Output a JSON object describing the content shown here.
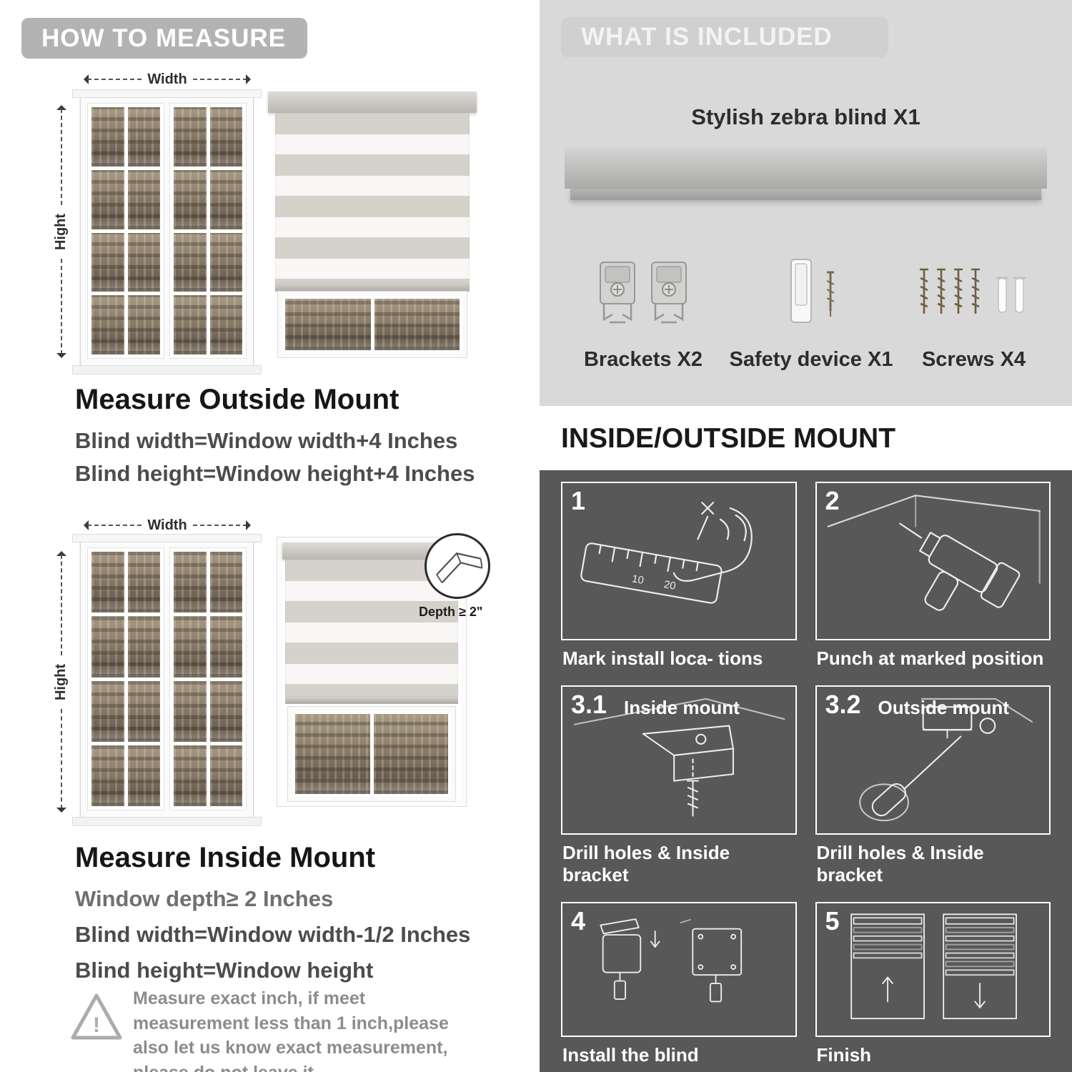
{
  "colors": {
    "header_gray": "#b3b3b3",
    "panel_light": "#d9d9d9",
    "panel_dark": "#585858",
    "blind_stripe": "#d5d2cc",
    "text_dark": "#161616",
    "text_gray": "#4c4c4c"
  },
  "how_to_measure": {
    "header": "HOW TO MEASURE",
    "outside": {
      "width_label": "Width",
      "height_label": "Hight",
      "title": "Measure Outside Mount",
      "lines": [
        "Blind width=Window width+4 Inches",
        "Blind height=Window height+4 Inches"
      ]
    },
    "inside": {
      "width_label": "Width",
      "height_label": "Hight",
      "depth_badge": "Depth ≥ 2\"",
      "title": "Measure Inside Mount",
      "lines": [
        "Window depth≥ 2 Inches",
        "Blind width=Window width-1/2 Inches",
        "Blind height=Window height"
      ]
    },
    "warning_icon": "!",
    "warning": "Measure exact inch, if meet measurement less than 1 inch,please also let us know exact measurement, please do not leave it"
  },
  "included": {
    "header": "WHAT IS INCLUDED",
    "blind_label": "Stylish zebra blind X1",
    "items": [
      {
        "label": "Brackets X2"
      },
      {
        "label": "Safety device X1"
      },
      {
        "label": "Screws X4"
      }
    ]
  },
  "mount_steps": {
    "header": "INSIDE/OUTSIDE MOUNT",
    "ruler_numbers": [
      "10",
      "20"
    ],
    "steps": [
      {
        "num": "1",
        "caption": "Mark install loca- tions"
      },
      {
        "num": "2",
        "caption": "Punch at  marked position"
      },
      {
        "num": "3.1",
        "label": "Inside mount",
        "caption": "Drill holes &  Inside bracket"
      },
      {
        "num": "3.2",
        "label": "Outside mount",
        "caption": "Drill holes &  Inside bracket"
      },
      {
        "num": "4",
        "caption": "Install the blind"
      },
      {
        "num": "5",
        "caption": "Finish"
      }
    ]
  }
}
